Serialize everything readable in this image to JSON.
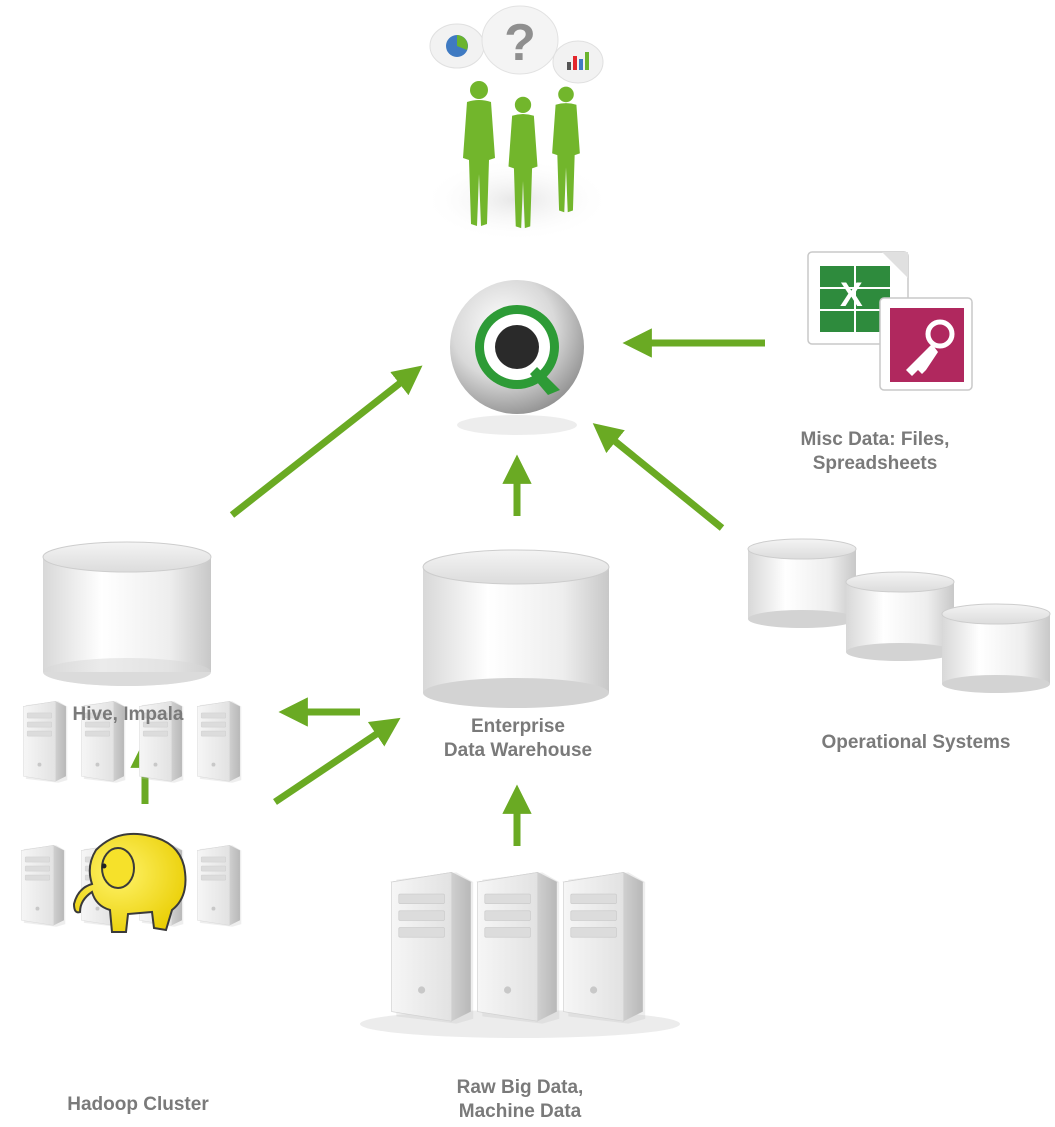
{
  "labels": {
    "misc": [
      "Misc Data: Files,",
      "Spreadsheets"
    ],
    "hive": [
      "Hive, Impala"
    ],
    "edw": [
      "Enterprise",
      "Data Warehouse"
    ],
    "ops": [
      "Operational Systems"
    ],
    "hadoop": [
      "Hadoop Cluster"
    ],
    "raw": [
      "Raw Big Data,",
      "Machine Data"
    ]
  },
  "icons": {
    "users": "business-users-icon",
    "qlik": "qlikview-logo-icon",
    "office": "excel-access-files-icon",
    "database": "database-cylinder-icon",
    "server": "server-icon",
    "hadoop": "hadoop-elephant-icon"
  },
  "colors": {
    "arrow": "#6aaa23",
    "people": "#72b62c",
    "label": "#7a7a7a",
    "qlik_ring": "#2d9b36",
    "hadoop_elephant": "#f5e21b",
    "excel": "#2e8b3d",
    "access": "#b0285e"
  }
}
